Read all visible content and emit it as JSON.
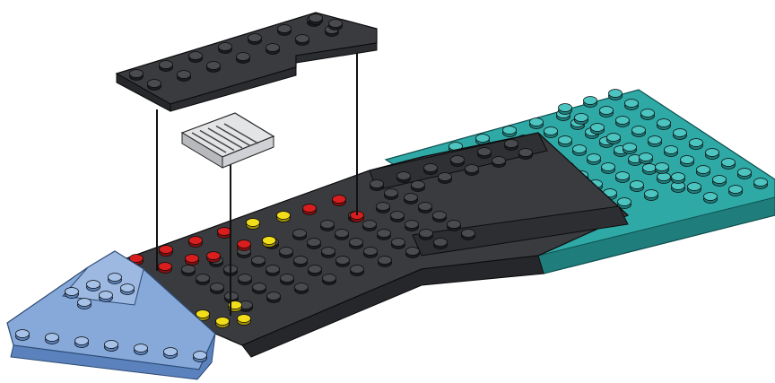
{
  "illustration": {
    "subject": "lego-build-step",
    "colors": {
      "dark_plate": "#3a3b3e",
      "dark_plate_side": "#26272a",
      "dark_plate_edge": "#55575b",
      "teal_plate": "#2fa9a6",
      "teal_plate_side": "#1f7e7c",
      "teal_stud": "#4cc4c0",
      "blue_wedge": "#86a9d9",
      "blue_wedge_side": "#5b82bd",
      "blue_stud": "#a7c2e8",
      "red_stud": "#d81e1e",
      "yellow_stud": "#f2dd1a",
      "grille_tile": "#e3e4e6",
      "guide_line": "#111111"
    },
    "parts": [
      {
        "name": "upper-dark-plate",
        "color": "dark"
      },
      {
        "name": "grille-tile",
        "color": "light-gray"
      },
      {
        "name": "main-dark-base",
        "color": "dark"
      },
      {
        "name": "teal-wing-plate",
        "color": "teal"
      },
      {
        "name": "blue-wedge-nose",
        "color": "blue"
      }
    ]
  }
}
